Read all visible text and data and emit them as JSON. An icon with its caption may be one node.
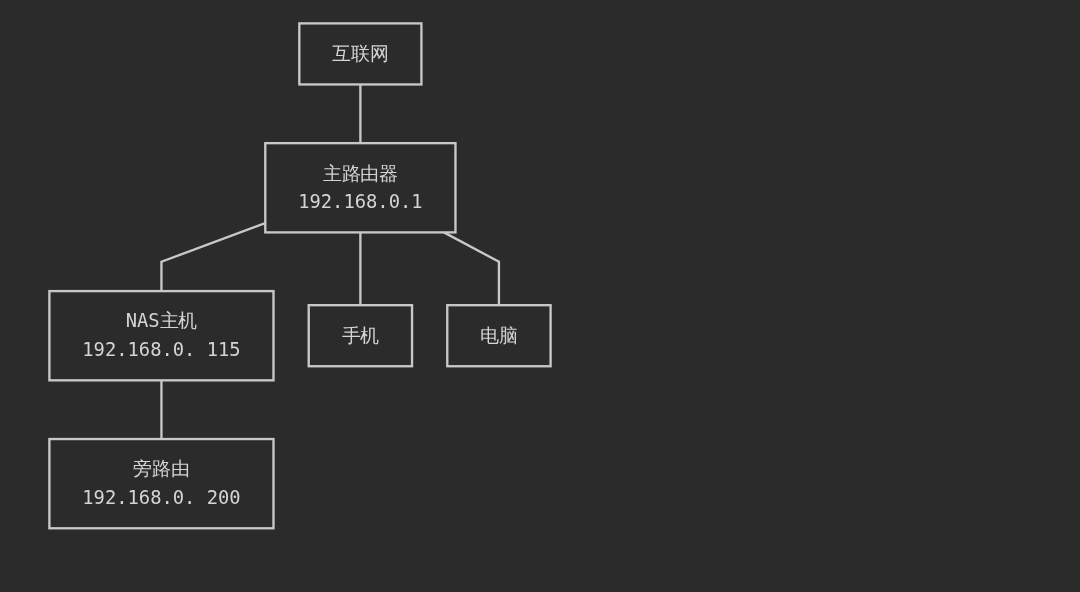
{
  "diagram": {
    "nodes": [
      {
        "text": [
          "互联网"
        ]
      },
      {
        "text": [
          "主路由器",
          "192.168.0.1"
        ]
      },
      {
        "text": [
          "NAS主机",
          "192.168.0. 115"
        ]
      },
      {
        "text": [
          "手机"
        ]
      },
      {
        "text": [
          "电脑"
        ]
      },
      {
        "text": [
          "旁路由",
          "192.168.0. 200"
        ]
      }
    ],
    "edges": [
      {
        "from": 0,
        "to": 1,
        "arrow": "none"
      },
      {
        "from": 1,
        "to": 2,
        "arrow": "none"
      },
      {
        "from": 1,
        "to": 3,
        "arrow": "none"
      },
      {
        "from": 1,
        "to": 4,
        "arrow": "none"
      },
      {
        "from": 2,
        "to": 5,
        "arrow": "none"
      }
    ]
  }
}
